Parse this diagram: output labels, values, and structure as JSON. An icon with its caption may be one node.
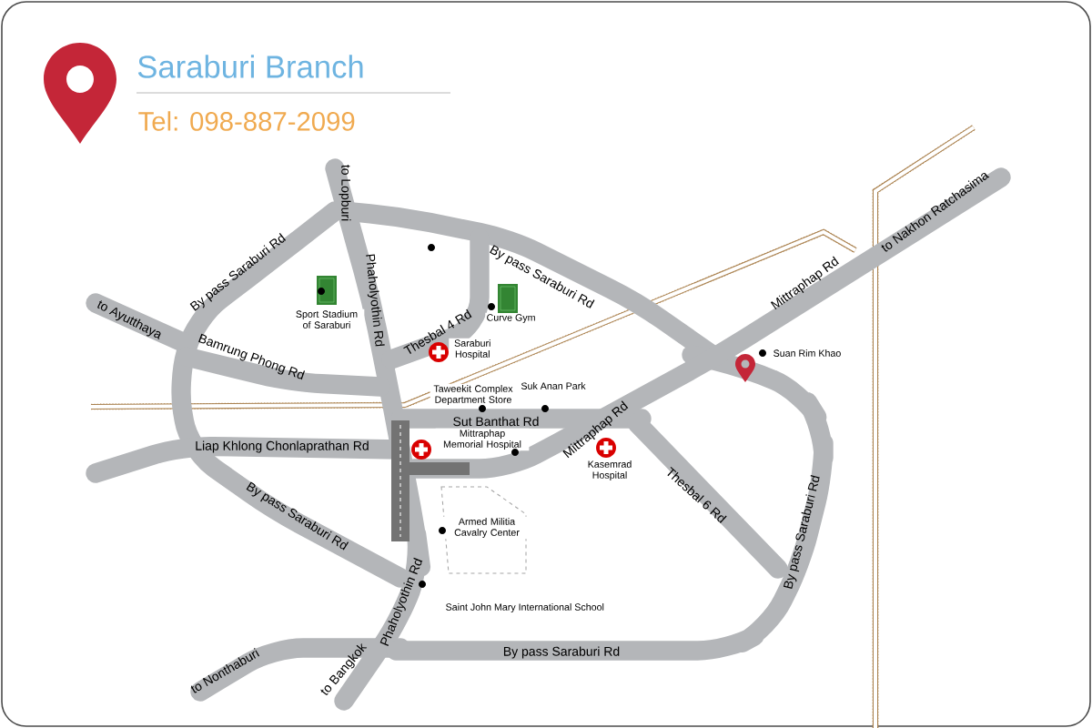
{
  "diagram": {
    "title": "Saraburi Branch",
    "labels": [
      "Tel: 098-887-2099",
      "to Lopburi",
      "By pass Saraburi Rd",
      "Phaholyothin Rd",
      "to Ayutthaya",
      "Bamrung Phong Rd",
      "Thesbal 4 Rd",
      "By pass Saraburi Rd",
      "Sport Stadium of Saraburi",
      "Curve Gym",
      "Saraburi Hospital",
      "Taweekit Complex Department Store",
      "Suk Anan Park",
      "Sut Banthat Rd",
      "Mittraphap Memorial Hospital",
      "Mittraphap Rd",
      "Kasemrad Hospital",
      "Thesbal 6 Rd",
      "Liap Khlong Chonlaprathan Rd",
      "By pass Saraburi Rd",
      "Armed Militia Cavalry Center",
      "Phaholyothin Rd",
      "to Bangkok",
      "to Nonthaburi",
      "Saint John Mary International School",
      "By pass Saraburi Rd",
      "By pass Saraburi Rd",
      "Suan Rim Khao",
      "Mittraphap Rd",
      "to Nakhon Ratchasima"
    ]
  }
}
